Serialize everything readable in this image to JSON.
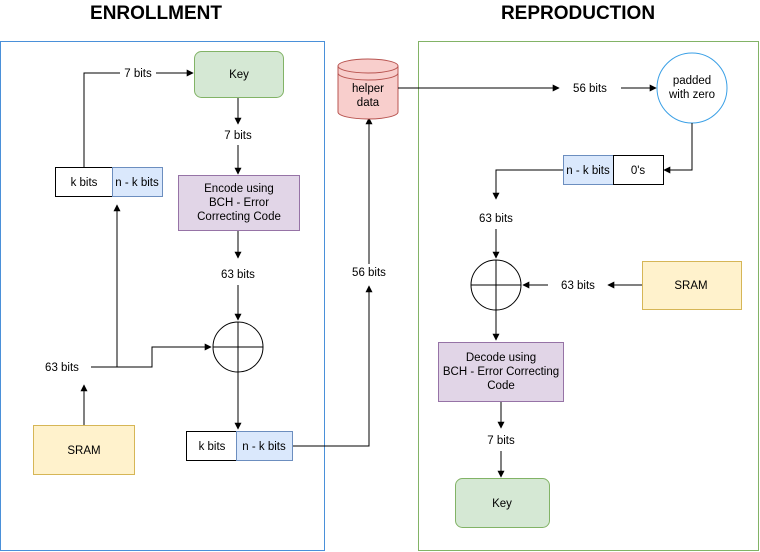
{
  "titles": {
    "enrollment": "ENROLLMENT",
    "reproduction": "REPRODUCTION"
  },
  "enrollment": {
    "key": "Key",
    "encode": [
      "Encode using",
      "BCH - Error",
      "Correcting Code"
    ],
    "sram": "SRAM",
    "split_top": {
      "left": "k bits",
      "right": "n - k bits"
    },
    "split_bottom": {
      "left": "k bits",
      "right": "n - k bits"
    },
    "labels": {
      "to_key": "7 bits",
      "key_to_encode": "7 bits",
      "encode_to_xor": "63 bits",
      "sram_out": "63 bits"
    }
  },
  "helper": {
    "label": [
      "helper",
      "data"
    ],
    "up_label": "56 bits"
  },
  "reproduction": {
    "top_label": "56 bits",
    "padded": [
      "padded",
      "with zero"
    ],
    "split": {
      "left": "n - k bits",
      "right": "0's"
    },
    "to_xor_label": "63 bits",
    "sram": "SRAM",
    "sram_label": "63 bits",
    "decode": [
      "Decode using",
      "BCH - Error Correcting",
      "Code"
    ],
    "decode_to_key": "7 bits",
    "key": "Key"
  },
  "colors": {
    "enroll_border": "#4a90d9",
    "repro_border": "#82b366",
    "key_fill": "#d5e8d4",
    "key_stroke": "#82b366",
    "process_fill": "#e1d5e7",
    "process_stroke": "#9673a6",
    "sram_fill": "#fff2cc",
    "sram_stroke": "#d6b656",
    "helper_fill": "#f8cecc",
    "helper_stroke": "#b85450",
    "split_fill": "#dae8fc",
    "split_stroke": "#6c8ebf",
    "circle_stroke": "#3ba0e6"
  }
}
